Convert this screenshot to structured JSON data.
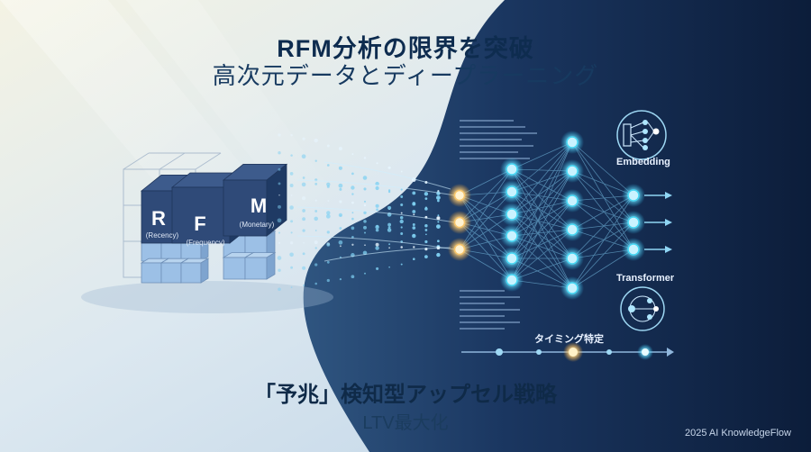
{
  "header": {
    "title": "RFM分析の限界を突破",
    "subtitle": "高次元データとディープラーニング"
  },
  "rfm_cubes": [
    {
      "letter": "R",
      "caption": "(Recency)"
    },
    {
      "letter": "F",
      "caption": "(Frequency)"
    },
    {
      "letter": "M",
      "caption": "(Monetary)"
    }
  ],
  "network": {
    "embedding_label": "Embedding",
    "transformer_label": "Transformer",
    "timing_label": "タイミング特定"
  },
  "footer": {
    "strategy": "「予兆」検知型アップセル戦略",
    "ltv": "LTV最大化",
    "credit": "2025 AI KnowledgeFlow"
  },
  "colors": {
    "background_light": "#dfeaf2",
    "background_dark": "#0f2240",
    "node_glow": "#48d8f4",
    "input_node_glow": "#f6c46a",
    "cube_face": "#2f4a78"
  }
}
